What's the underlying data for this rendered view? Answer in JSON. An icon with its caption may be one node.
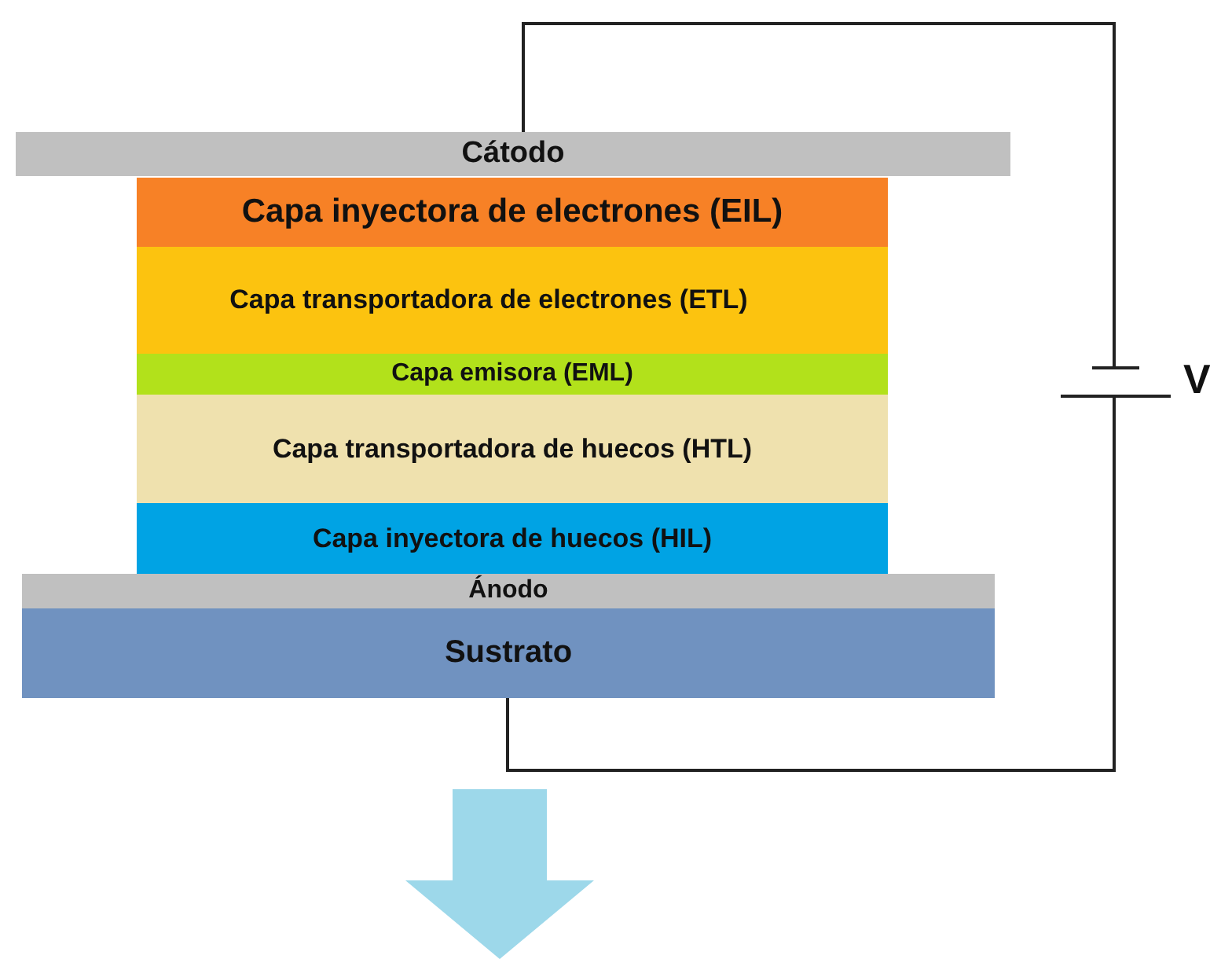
{
  "diagram": {
    "nodes": [
      {
        "text": [
          "Cátodo"
        ]
      },
      {
        "text": [
          "Capa inyectora de electrones (EIL)"
        ]
      },
      {
        "text": [
          "Capa transportadora de electrones (ETL)"
        ]
      },
      {
        "text": [
          "Capa emisora (EML)"
        ]
      },
      {
        "text": [
          "Capa transportadora de huecos (HTL)"
        ]
      },
      {
        "text": [
          "Capa inyectora de huecos  (HIL)"
        ]
      },
      {
        "text": [
          "Ánodo"
        ]
      },
      {
        "text": [
          "Sustrato"
        ]
      },
      {
        "text": [],
        "shape": "battery",
        "beside": [
          "V"
        ]
      }
    ],
    "edges": [
      {
        "from": 0,
        "to": 8,
        "arrow": "none"
      },
      {
        "from": 8,
        "to": 7,
        "arrow": "none"
      }
    ]
  }
}
